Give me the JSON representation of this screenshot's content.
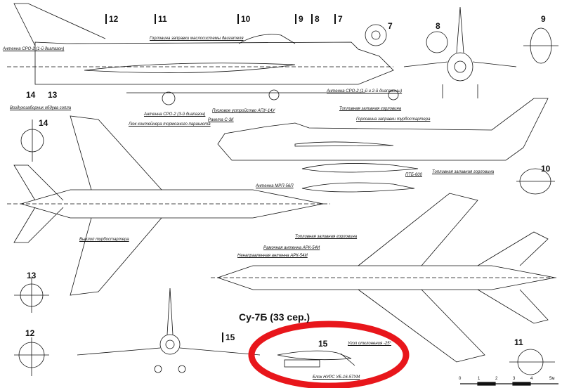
{
  "title": "Су-7Б (33 сер.)",
  "annotation_color": "#e8161b",
  "section_numbers": {
    "s12_top": "12",
    "s11_top": "11",
    "s10_top": "10",
    "s9_top": "9",
    "s8_top": "8",
    "s7_top": "7",
    "s7_view": "7",
    "s8_view": "8",
    "s9_view": "9",
    "s14_side": "14",
    "s13_side": "13",
    "s14_view": "14",
    "s10_view": "10",
    "s13_view": "13",
    "s12_view": "12",
    "s15_front": "15",
    "s15_detail": "15",
    "s11_view": "11"
  },
  "labels": {
    "sro2_1": "Антенна СРО-2 (1-й диапазон)",
    "oil_filler": "Горловина заправки маслосистемы двигателя",
    "nozzle_intake": "Воздухозаборник обдува сопла",
    "sro2_3": "Антенна СРО-2 (3-й диапазон)",
    "chute_hatch": "Люк контейнера тормозного парашюта",
    "apu14": "Пусковое устройство АПУ-14У",
    "missile": "Ракета С-3К",
    "sro2_12": "Антенна СРО-2 (1-й и 2-й диапазоны)",
    "fuel_filler_1": "Топливная заливная горловина",
    "starter_filler": "Горловина заправки турбостартера",
    "ptb": "ПТБ-600",
    "fuel_filler_2": "Топливная заливная горловина",
    "mrp": "Антенна МРП-56П",
    "starter_exhaust": "Выхлоп турбостартера",
    "fuel_filler_3": "Топливная заливная горловина",
    "ark_loop": "Рамочная антенна АРК-54И",
    "ark_nondir": "Ненаправленная антенна АРК-54И",
    "deflection": "Угол отклонения -25°",
    "rocket_pod": "Блок НУРС УБ-16-57УМ"
  },
  "scale": {
    "ticks": [
      "0",
      "1",
      "2",
      "3",
      "4",
      "5м"
    ]
  }
}
